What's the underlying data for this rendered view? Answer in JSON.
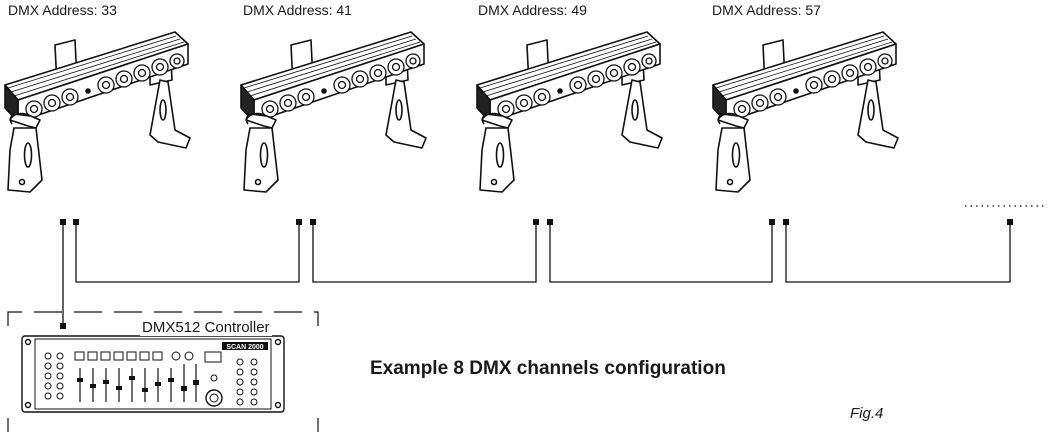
{
  "fixtures": [
    {
      "address_label": "DMX Address: 33"
    },
    {
      "address_label": "DMX Address: 41"
    },
    {
      "address_label": "DMX Address: 49"
    },
    {
      "address_label": "DMX Address: 57"
    }
  ],
  "controller": {
    "label": "DMX512 Controller",
    "brand_text": "SCAN 2000"
  },
  "caption": "Example 8 DMX channels configuration",
  "figure_label": "Fig.4"
}
